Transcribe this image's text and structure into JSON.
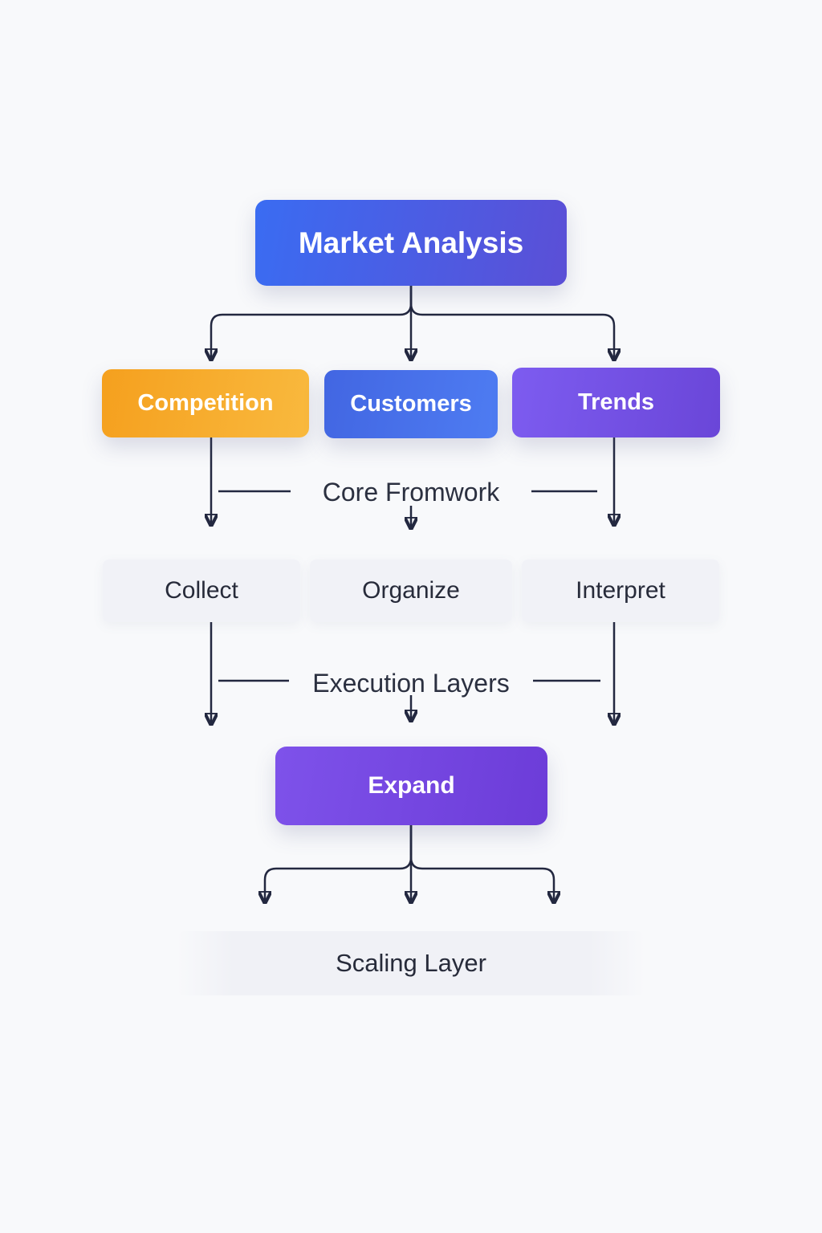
{
  "diagram": {
    "root": {
      "label": "Market Analysis",
      "color_from": "#3a6cf2",
      "color_to": "#5b4fd6"
    },
    "level1": [
      {
        "label": "Competition",
        "color_from": "#f5a01e",
        "color_to": "#f9b93e"
      },
      {
        "label": "Customers",
        "color_from": "#4266e2",
        "color_to": "#4e7cf2"
      },
      {
        "label": "Trends",
        "color_from": "#7d5cf0",
        "color_to": "#6a46d8"
      }
    ],
    "section_labels": {
      "core": "Core Fromwork",
      "execution": "Execution Layers"
    },
    "level2": [
      {
        "label": "Collect"
      },
      {
        "label": "Organize"
      },
      {
        "label": "Interpret"
      }
    ],
    "expand": {
      "label": "Expand",
      "color_from": "#7e52ea",
      "color_to": "#6c3cd8"
    },
    "footer": {
      "label": "Scaling Layer",
      "color": "#f0f1f6"
    },
    "connector_color": "#232840",
    "background_color": "#f8f9fb"
  }
}
